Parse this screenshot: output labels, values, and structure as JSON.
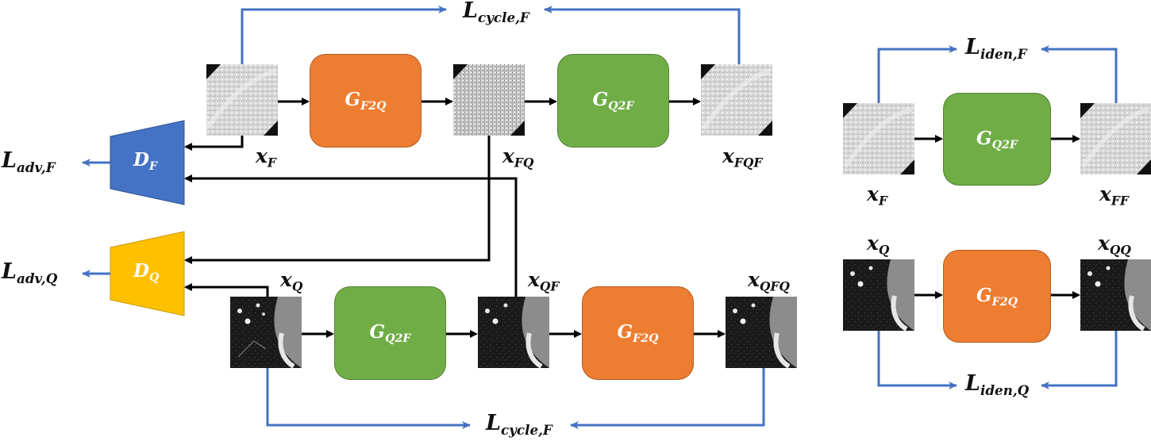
{
  "colors": {
    "orange": "#ED7D31",
    "green": "#70AD47",
    "blue_disc": "#4472C4",
    "yellow_disc": "#FFC000",
    "loss_arrow": "#4472C4",
    "data_arrow": "#000000"
  },
  "losses": {
    "cycle_top": {
      "base": "L",
      "sub": "cycle,F"
    },
    "cycle_bottom": {
      "base": "L",
      "sub": "cycle,F"
    },
    "iden_f": {
      "base": "L",
      "sub": "iden,F"
    },
    "iden_q": {
      "base": "L",
      "sub": "iden,Q"
    },
    "adv_f": {
      "base": "L",
      "sub": "adv,F"
    },
    "adv_q": {
      "base": "L",
      "sub": "adv,Q"
    }
  },
  "generators": {
    "top_g1": {
      "base": "G",
      "sub": "F2Q"
    },
    "top_g2": {
      "base": "G",
      "sub": "Q2F"
    },
    "bot_g1": {
      "base": "G",
      "sub": "Q2F"
    },
    "bot_g2": {
      "base": "G",
      "sub": "F2Q"
    },
    "id_top": {
      "base": "G",
      "sub": "Q2F"
    },
    "id_bot": {
      "base": "G",
      "sub": "F2Q"
    }
  },
  "discriminators": {
    "d_f": {
      "base": "D",
      "sub": "F"
    },
    "d_q": {
      "base": "D",
      "sub": "Q"
    }
  },
  "images": {
    "x_f": {
      "base": "x",
      "sub": "F"
    },
    "x_fq": {
      "base": "x",
      "sub": "FQ"
    },
    "x_fqf": {
      "base": "x",
      "sub": "FQF"
    },
    "x_q": {
      "base": "x",
      "sub": "Q"
    },
    "x_qf": {
      "base": "x",
      "sub": "QF"
    },
    "x_qfq": {
      "base": "x",
      "sub": "QFQ"
    },
    "id_x_f": {
      "base": "x",
      "sub": "F"
    },
    "x_ff": {
      "base": "x",
      "sub": "FF"
    },
    "id_x_q": {
      "base": "x",
      "sub": "Q"
    },
    "x_qq": {
      "base": "x",
      "sub": "QQ"
    }
  }
}
